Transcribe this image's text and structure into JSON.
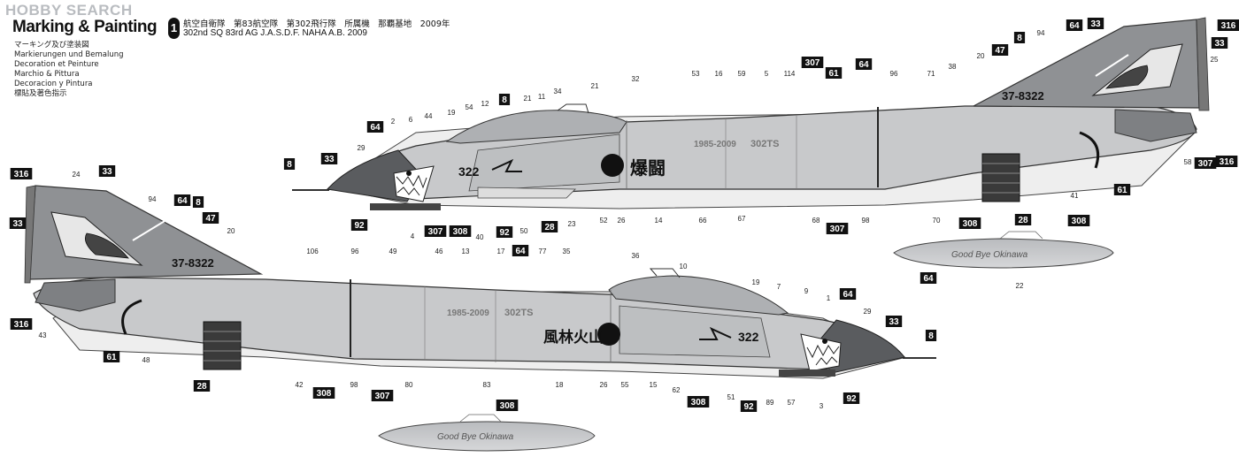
{
  "header": {
    "watermark": "HOBBY SEARCH",
    "title": "Marking & Painting",
    "languages": [
      "マーキング及び塗装図",
      "Markierungen und Bemalung",
      "Decoration et Peinture",
      "Marchio & Pittura",
      "Decoracion y Pintura",
      "標貼及著色指示"
    ],
    "scheme_number": "1",
    "unit_jp": "航空自衛隊　第83航空隊　第302飛行隊　所属機　那覇基地　2009年",
    "unit_en": "302nd SQ 83rd AG J.A.S.D.F. NAHA A.B. 2009"
  },
  "aircraft": {
    "serial": "37-8322",
    "nose_number": "322",
    "kanji_right_side": "爆闘",
    "kanji_left_side": "風林火山",
    "anniversary": "1985-2009",
    "squadron_mark": "302TS",
    "tank_script": "Good Bye Okinawa"
  },
  "colors": {
    "tail": "#8f9194",
    "fuselage": "#c9cacc",
    "belly": "#f1f1f1",
    "nose": "#5c5e61",
    "hinomaru": "#111111",
    "callout_box": "#111111"
  },
  "callouts_upper": [
    "316",
    "33",
    "33",
    "8",
    "64",
    "94",
    "53",
    "16",
    "59",
    "5",
    "307",
    "114",
    "61",
    "64",
    "96",
    "71",
    "38",
    "20",
    "47",
    "21",
    "32",
    "34",
    "11",
    "21",
    "8",
    "12",
    "54",
    "19",
    "44",
    "6",
    "2",
    "64",
    "29",
    "33",
    "8",
    "25",
    "316",
    "307",
    "58",
    "92",
    "4",
    "307",
    "308",
    "40",
    "92",
    "50",
    "28",
    "23",
    "52",
    "26",
    "14",
    "66",
    "67",
    "68",
    "307",
    "98",
    "70",
    "308",
    "28",
    "41",
    "61",
    "64",
    "22",
    "308"
  ],
  "callouts_lower": [
    "316",
    "24",
    "33",
    "94",
    "64",
    "8",
    "47",
    "33",
    "20",
    "106",
    "96",
    "49",
    "46",
    "13",
    "17",
    "64",
    "77",
    "35",
    "36",
    "10",
    "19",
    "7",
    "9",
    "1",
    "64",
    "29",
    "33",
    "8",
    "316",
    "43",
    "61",
    "48",
    "28",
    "42",
    "308",
    "98",
    "307",
    "80",
    "83",
    "18",
    "26",
    "55",
    "15",
    "62",
    "308",
    "51",
    "92",
    "89",
    "57",
    "3",
    "92",
    "308"
  ]
}
